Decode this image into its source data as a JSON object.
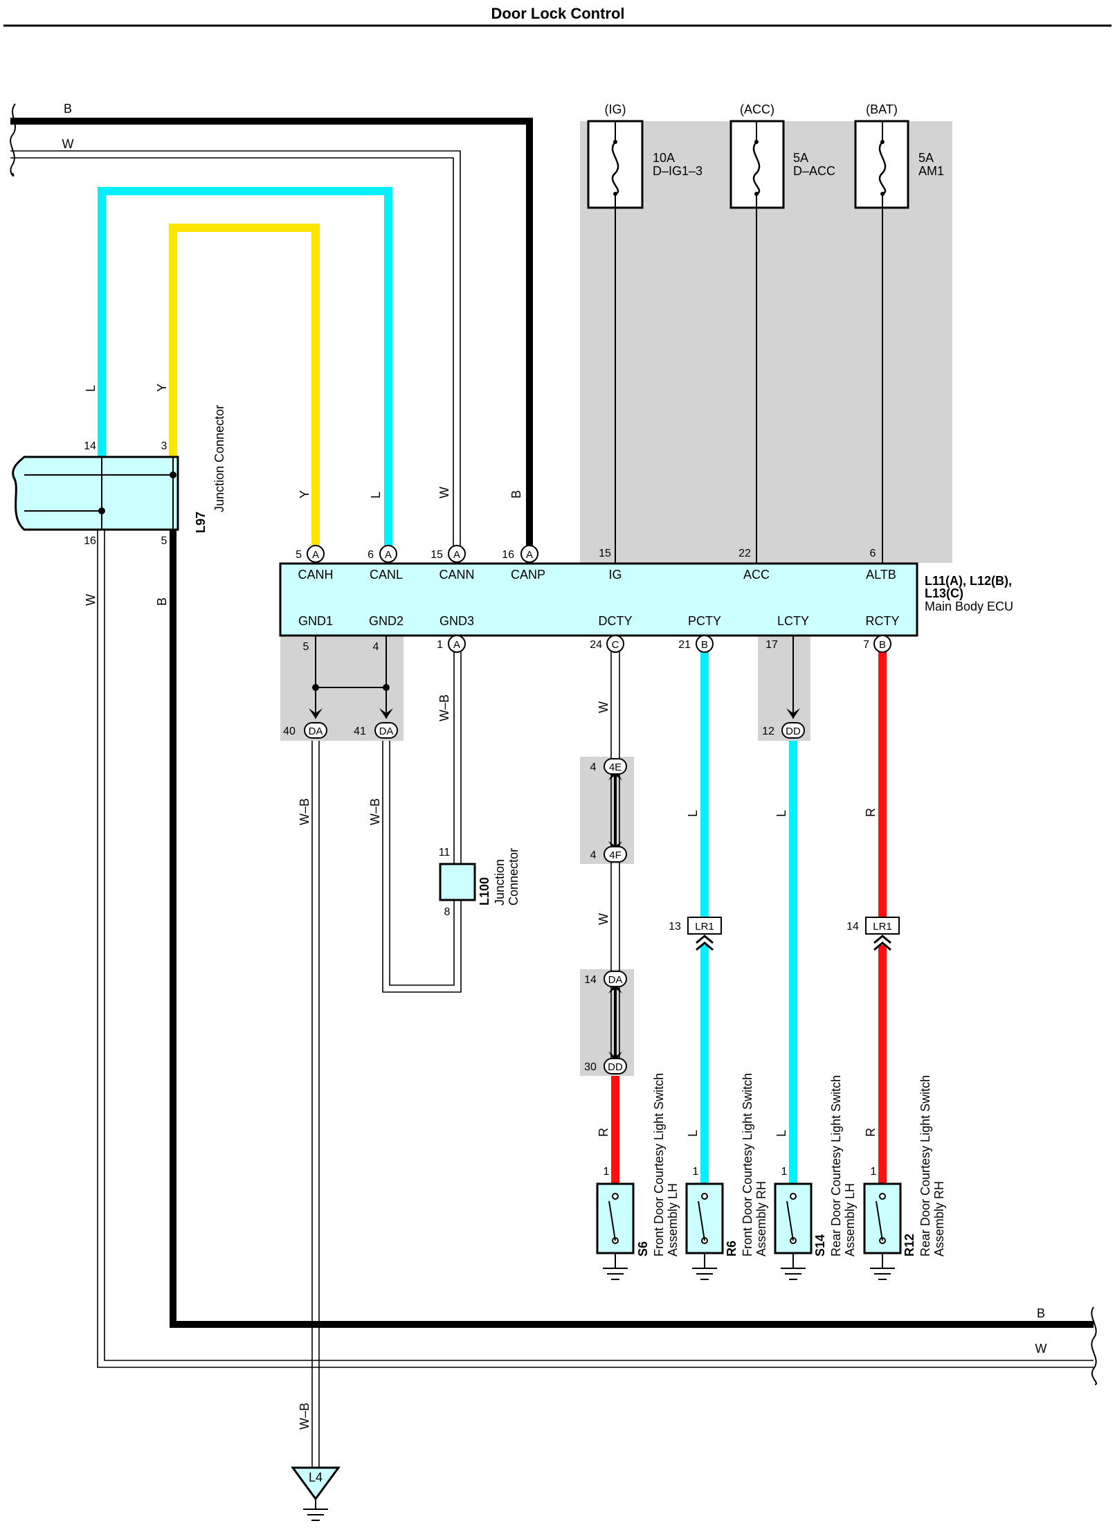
{
  "title": "Door Lock Control",
  "colors": {
    "black": "#000000",
    "white_wire": "#ffffff",
    "cyan": "#00f0ff",
    "yellow": "#ffe600",
    "red": "#ff1010",
    "ecu_fill": "#ccffff",
    "shade": "#d3d3d3"
  },
  "wire_labels": {
    "top_b": "B",
    "top_w": "W",
    "left_l": "L",
    "left_y": "Y",
    "canh_y": "Y",
    "canl_l": "L",
    "cann_w": "W",
    "canp_b": "B",
    "lower_w": "W",
    "lower_b": "B",
    "gnd1_wb": "W–B",
    "gnd2_wb": "W–B",
    "gnd3_wb": "W–B",
    "ground_wb": "W–B",
    "dcty_w1": "W",
    "dcty_w2": "W",
    "dcty_r": "R",
    "pcty_l1": "L",
    "pcty_l2": "L",
    "lcty_l1": "L",
    "lcty_l2": "L",
    "rcty_r1": "R",
    "rcty_r2": "R",
    "bottom_b": "B",
    "bottom_w": "W"
  },
  "fuses": [
    {
      "source": "(IG)",
      "amp": "10A",
      "name": "D–IG1–3"
    },
    {
      "source": "(ACC)",
      "amp": "5A",
      "name": "D–ACC"
    },
    {
      "source": "(BAT)",
      "amp": "5A",
      "name": "AM1"
    }
  ],
  "ecu": {
    "id": "L11(A), L12(B),",
    "id2": "L13(C)",
    "name": "Main Body ECU",
    "top_terminals": [
      {
        "pin": "5",
        "conn": "A",
        "name": "CANH"
      },
      {
        "pin": "6",
        "conn": "A",
        "name": "CANL"
      },
      {
        "pin": "15",
        "conn": "A",
        "name": "CANN"
      },
      {
        "pin": "16",
        "conn": "A",
        "name": "CANP"
      },
      {
        "pin": "15",
        "conn": "",
        "name": "IG"
      },
      {
        "pin": "22",
        "conn": "",
        "name": "ACC"
      },
      {
        "pin": "6",
        "conn": "",
        "name": "ALTB"
      }
    ],
    "bottom_terminals": [
      {
        "pin": "5",
        "conn": "",
        "name": "GND1"
      },
      {
        "pin": "4",
        "conn": "",
        "name": "GND2"
      },
      {
        "pin": "1",
        "conn": "A",
        "name": "GND3"
      },
      {
        "pin": "24",
        "conn": "C",
        "name": "DCTY"
      },
      {
        "pin": "21",
        "conn": "B",
        "name": "PCTY"
      },
      {
        "pin": "17",
        "conn": "",
        "name": "LCTY"
      },
      {
        "pin": "7",
        "conn": "B",
        "name": "RCTY"
      }
    ]
  },
  "junction_l97": {
    "id": "L97",
    "name": "Junction Connector",
    "pins": [
      "14",
      "3",
      "16",
      "5"
    ]
  },
  "junction_l100": {
    "id": "L100",
    "name1": "Junction",
    "name2": "Connector",
    "pins": [
      "11",
      "8"
    ]
  },
  "joints": [
    {
      "pin": "40",
      "conn": "DA"
    },
    {
      "pin": "41",
      "conn": "DA"
    },
    {
      "pin": "12",
      "conn": "DD"
    },
    {
      "pin": "4",
      "conn": "4E"
    },
    {
      "pin": "4",
      "conn": "4F"
    },
    {
      "pin": "14",
      "conn": "DA"
    },
    {
      "pin": "30",
      "conn": "DD"
    },
    {
      "pin": "13",
      "conn": "LR1"
    },
    {
      "pin": "14",
      "conn": "LR1"
    }
  ],
  "switches": [
    {
      "pin": "1",
      "id": "S6",
      "line1": "Front Door Courtesy Light Switch",
      "line2": "Assembly LH"
    },
    {
      "pin": "1",
      "id": "R6",
      "line1": "Front Door Courtesy Light Switch",
      "line2": "Assembly RH"
    },
    {
      "pin": "1",
      "id": "S14",
      "line1": "Rear Door Courtesy Light Switch",
      "line2": "Assembly LH"
    },
    {
      "pin": "1",
      "id": "R12",
      "line1": "Rear Door Courtesy Light Switch",
      "line2": "Assembly RH"
    }
  ],
  "ground_point": "L4"
}
